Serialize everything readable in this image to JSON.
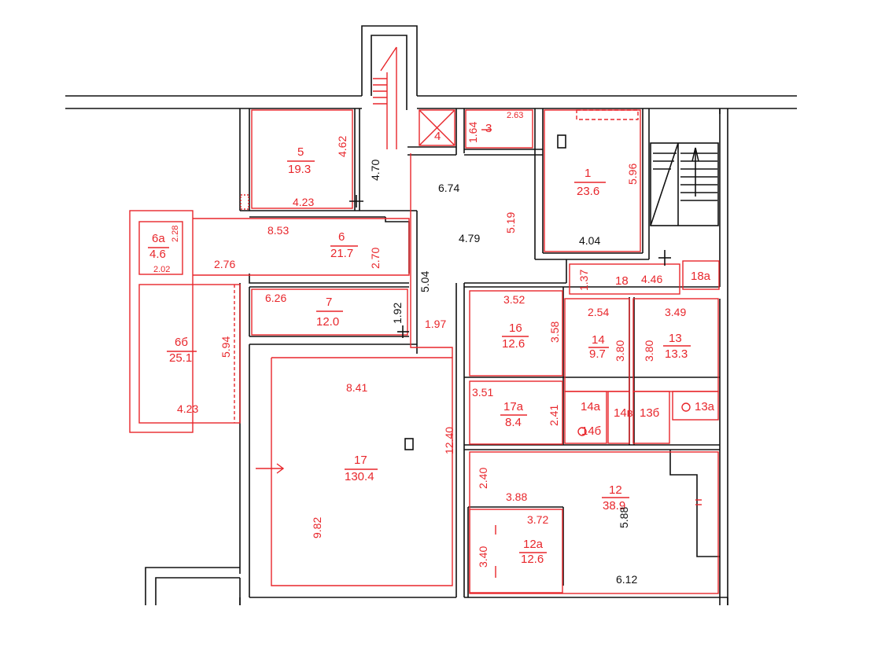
{
  "colors": {
    "walls": "#111111",
    "rooms": "#e8262b"
  },
  "rooms": [
    {
      "id": "1",
      "num": "1",
      "area": "23.6"
    },
    {
      "id": "3",
      "num": "3"
    },
    {
      "id": "4",
      "num": "4"
    },
    {
      "id": "5",
      "num": "5",
      "area": "19.3"
    },
    {
      "id": "6",
      "num": "6",
      "area": "21.7"
    },
    {
      "id": "6a",
      "num": "6а",
      "area": "4.6"
    },
    {
      "id": "6b",
      "num": "6б",
      "area": "25.1"
    },
    {
      "id": "7",
      "num": "7",
      "area": "12.0"
    },
    {
      "id": "12",
      "num": "12",
      "area": "38.9"
    },
    {
      "id": "12a",
      "num": "12а",
      "area": "12.6"
    },
    {
      "id": "13",
      "num": "13",
      "area": "13.3"
    },
    {
      "id": "13a",
      "num": "13а"
    },
    {
      "id": "13b",
      "num": "13б"
    },
    {
      "id": "14",
      "num": "14",
      "area": "9.7"
    },
    {
      "id": "14a",
      "num": "14а"
    },
    {
      "id": "14b",
      "num": "14б"
    },
    {
      "id": "14v",
      "num": "14в"
    },
    {
      "id": "16",
      "num": "16",
      "area": "12.6"
    },
    {
      "id": "17",
      "num": "17",
      "area": "130.4"
    },
    {
      "id": "17a",
      "num": "17а",
      "area": "8.4"
    },
    {
      "id": "18",
      "num": "18"
    },
    {
      "id": "18a",
      "num": "18а"
    }
  ],
  "dimensions_red": [
    "4.62",
    "4.23",
    "8.53",
    "2.70",
    "2.76",
    "2.28",
    "2.02",
    "5.94",
    "4.23",
    "6.26",
    "1.97",
    "8.41",
    "9.82",
    "12.40",
    "5.19",
    "5.96",
    "1.64",
    "2.63",
    "1.37",
    "4.46",
    "3.52",
    "3.58",
    "2.54",
    "3.80",
    "3.80",
    "3.49",
    "3.51",
    "2.41",
    "2.40",
    "3.88",
    "3.72",
    "3.40"
  ],
  "dimensions_black": [
    "4.70",
    "6.74",
    "4.79",
    "4.04",
    "5.04",
    "1.92",
    "5.88",
    "6.12"
  ]
}
